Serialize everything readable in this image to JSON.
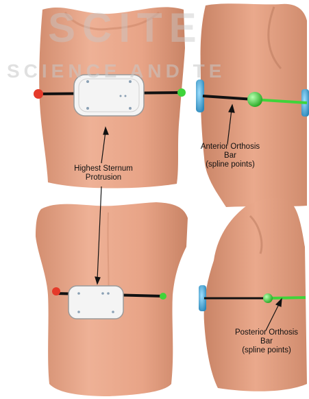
{
  "watermark": {
    "line1": "SCITE",
    "line2": "SCIENCE AND TE"
  },
  "annotations": {
    "sternum": [
      "Highest Sternum",
      "Protrusion"
    ],
    "anterior": [
      "Anterior Orthosis",
      "Bar",
      "(spline points)"
    ],
    "posterior": [
      "Posterior Orthosis",
      "Bar",
      "(spline points)"
    ]
  },
  "colors": {
    "skin": "#e7a385",
    "skin_shadow": "#c98466",
    "bar": "#111111",
    "pad": "#f4f4f4",
    "marker_red": "#e53a2a",
    "marker_green": "#3fd43a",
    "marker_blue": "#3aa7d6"
  }
}
